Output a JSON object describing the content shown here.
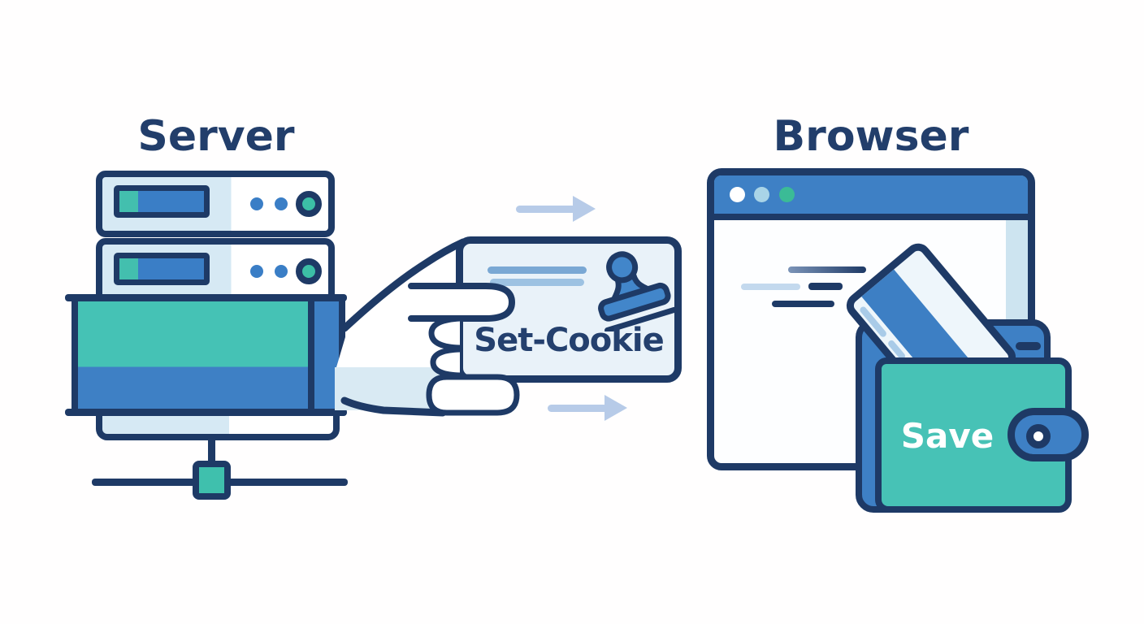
{
  "diagram": {
    "left": {
      "title": "Server",
      "icon": "server-rack-icon"
    },
    "center": {
      "card_label": "Set-Cookie",
      "icons": [
        "hand-icon",
        "stamp-icon",
        "arrow-right-icon"
      ]
    },
    "right": {
      "title": "Browser",
      "wallet_label": "Save",
      "icons": [
        "browser-window-icon",
        "credit-card-icon",
        "wallet-icon",
        "clasp-icon"
      ]
    },
    "colors": {
      "outline_navy": "#1e3a66",
      "blue": "#3e80c5",
      "teal": "#45c2b5",
      "light_blue_panel": "#d6e9f4",
      "card_background": "#e9f2f9",
      "arrow_light_blue": "#b7cbe8",
      "browser_dot_white": "#ffffff",
      "browser_dot_light_blue": "#a9d4e7",
      "browser_dot_teal": "#3bbb96",
      "wallet_teal": "#47c2b6"
    }
  }
}
